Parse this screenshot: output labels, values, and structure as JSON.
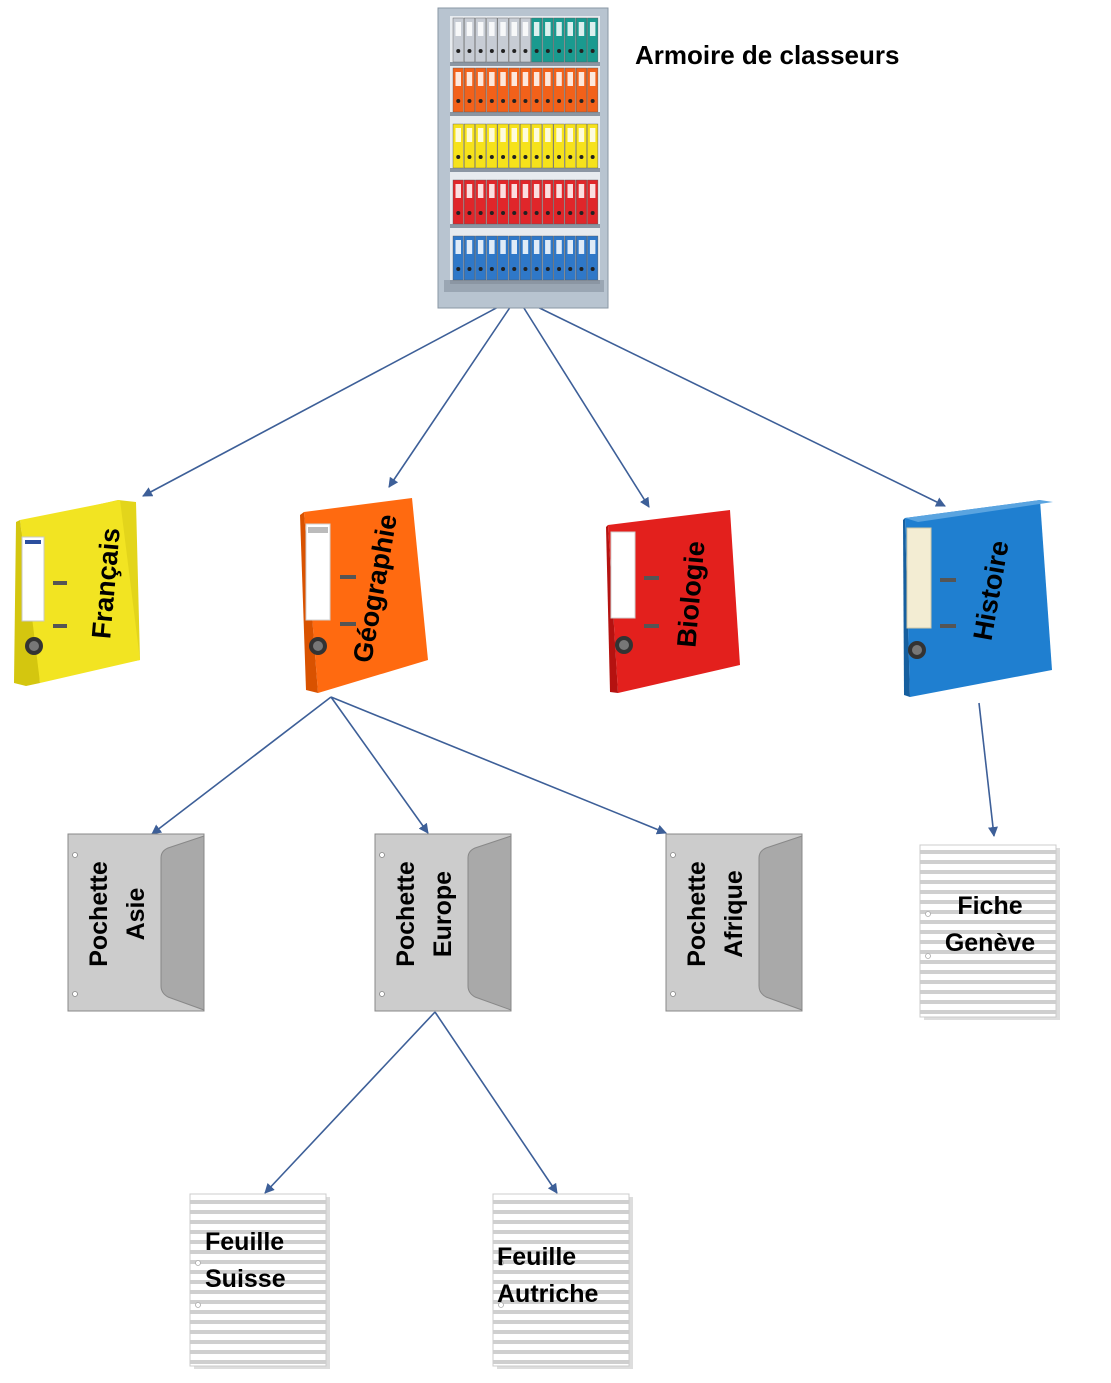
{
  "colors": {
    "arrow": "#3d5f98",
    "binder_yellow": "#f2e422",
    "binder_orange": "#ff6a10",
    "binder_red": "#e3201d",
    "binder_blue": "#1f7fd0",
    "pocket_gray": "#cccccc",
    "cabinet_frame": "#b8c4d0"
  },
  "cabinet": {
    "title": "Armoire de classeurs",
    "icon": "filing-cabinet-icon"
  },
  "binders": [
    {
      "id": "francais",
      "label": "Français",
      "icon": "binder-icon"
    },
    {
      "id": "geographie",
      "label": "Géographie",
      "icon": "binder-icon"
    },
    {
      "id": "biologie",
      "label": "Biologie",
      "icon": "binder-icon"
    },
    {
      "id": "histoire",
      "label": "Histoire",
      "icon": "binder-icon"
    }
  ],
  "pockets": [
    {
      "id": "asie",
      "line1": "Pochette",
      "line2": "Asie",
      "icon": "document-pocket-icon"
    },
    {
      "id": "europe",
      "line1": "Pochette",
      "line2": "Europe",
      "icon": "document-pocket-icon"
    },
    {
      "id": "afrique",
      "line1": "Pochette",
      "line2": "Afrique",
      "icon": "document-pocket-icon"
    }
  ],
  "sheets": [
    {
      "id": "geneve",
      "line1": "Fiche",
      "line2": "Genève",
      "icon": "sheet-icon"
    },
    {
      "id": "suisse",
      "line1": "Feuille",
      "line2": "Suisse",
      "icon": "sheet-icon"
    },
    {
      "id": "autriche",
      "line1": "Feuille",
      "line2": "Autriche",
      "icon": "sheet-icon"
    }
  ]
}
